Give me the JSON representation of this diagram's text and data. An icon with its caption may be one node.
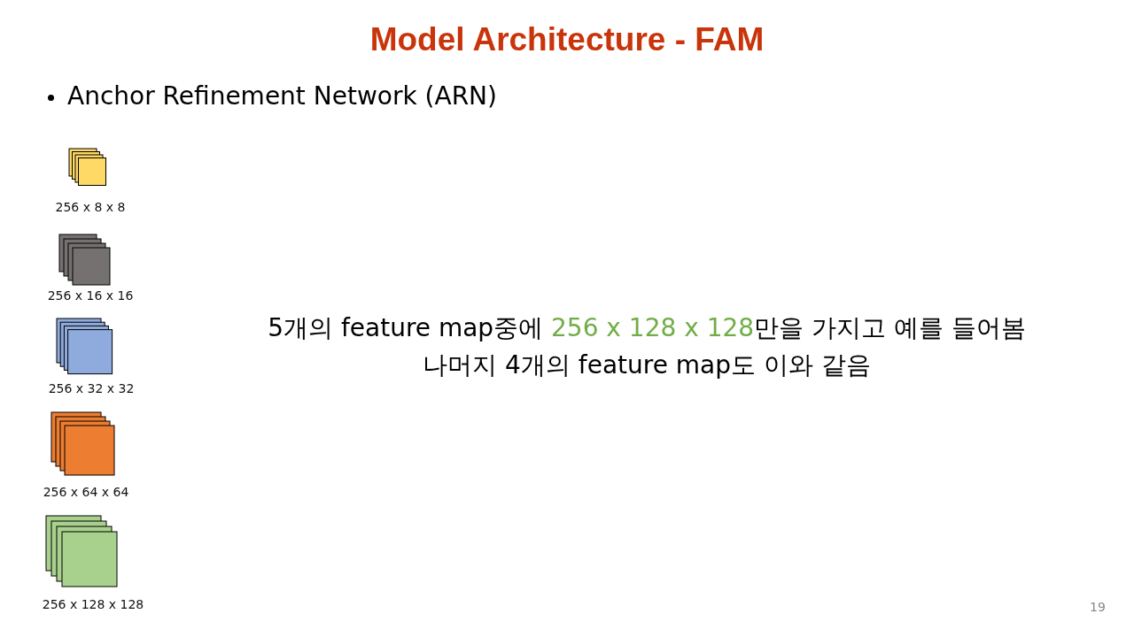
{
  "diagram": {
    "title": "Model Architecture - FAM",
    "nodes": [
      {
        "text": [],
        "shape": "box",
        "beside": [
          "256 x 8 x 8"
        ]
      },
      {
        "text": [],
        "shape": "box",
        "beside": [
          "256 x 16 x 16"
        ]
      },
      {
        "text": [],
        "shape": "box",
        "beside": [
          "256 x 32 x 32"
        ]
      },
      {
        "text": [],
        "shape": "box",
        "beside": [
          "256 x 64 x 64"
        ]
      },
      {
        "text": [],
        "shape": "box",
        "beside": [
          "256 x 128 x 128"
        ]
      }
    ],
    "labels": [
      "Anchor Refinement Network (ARN)",
      "5개의 feature map중에 ",
      "256 x 128 x 128",
      "만을 가지고 예를 들어봄",
      "나머지 4개의 feature map도 이와 같음",
      "19"
    ]
  }
}
